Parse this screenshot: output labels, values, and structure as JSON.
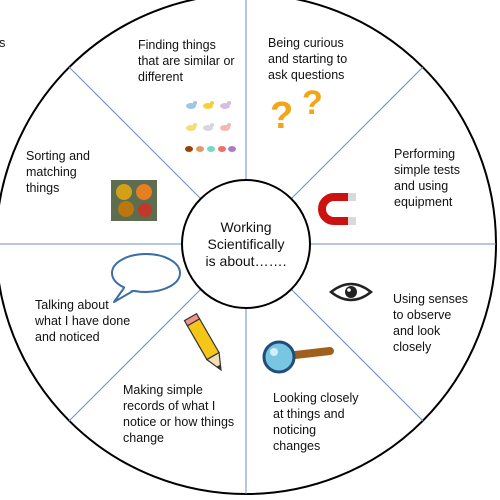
{
  "center": {
    "text": "Working\nScientifically\nis about……."
  },
  "cut_off_text": "ars",
  "segments": [
    {
      "label": "Finding things\nthat are similar or\ndifferent",
      "icon": "birds-icon"
    },
    {
      "label": "Being curious\nand starting to\nask questions",
      "icon": "question-marks-icon"
    },
    {
      "label": "Performing\nsimple tests\nand using\nequipment",
      "icon": "magnet-icon"
    },
    {
      "label": "Using senses\nto observe\nand look\nclosely",
      "icon": "eye-icon"
    },
    {
      "label": "Looking closely\nat things and\nnoticing\nchanges",
      "icon": "magnifying-glass-icon"
    },
    {
      "label": "Making simple\nrecords of what I\nnotice or how things\nchange",
      "icon": "pencil-icon"
    },
    {
      "label": "Talking about\nwhat I have done\nand noticed",
      "icon": "speech-bubble-icon"
    },
    {
      "label": "Sorting and\nmatching\nthings",
      "icon": "sorting-bowls-icon"
    }
  ],
  "colors": {
    "outline": "#000000",
    "dividers": "#6b8fbf",
    "question_marks": "#f2a516",
    "magnet_red": "#cc1111",
    "pencil_yellow": "#f5c518",
    "bubble_outline": "#3a6ea5",
    "magnifier_lens": "#79c6e3",
    "magnifier_handle": "#a0601d"
  }
}
